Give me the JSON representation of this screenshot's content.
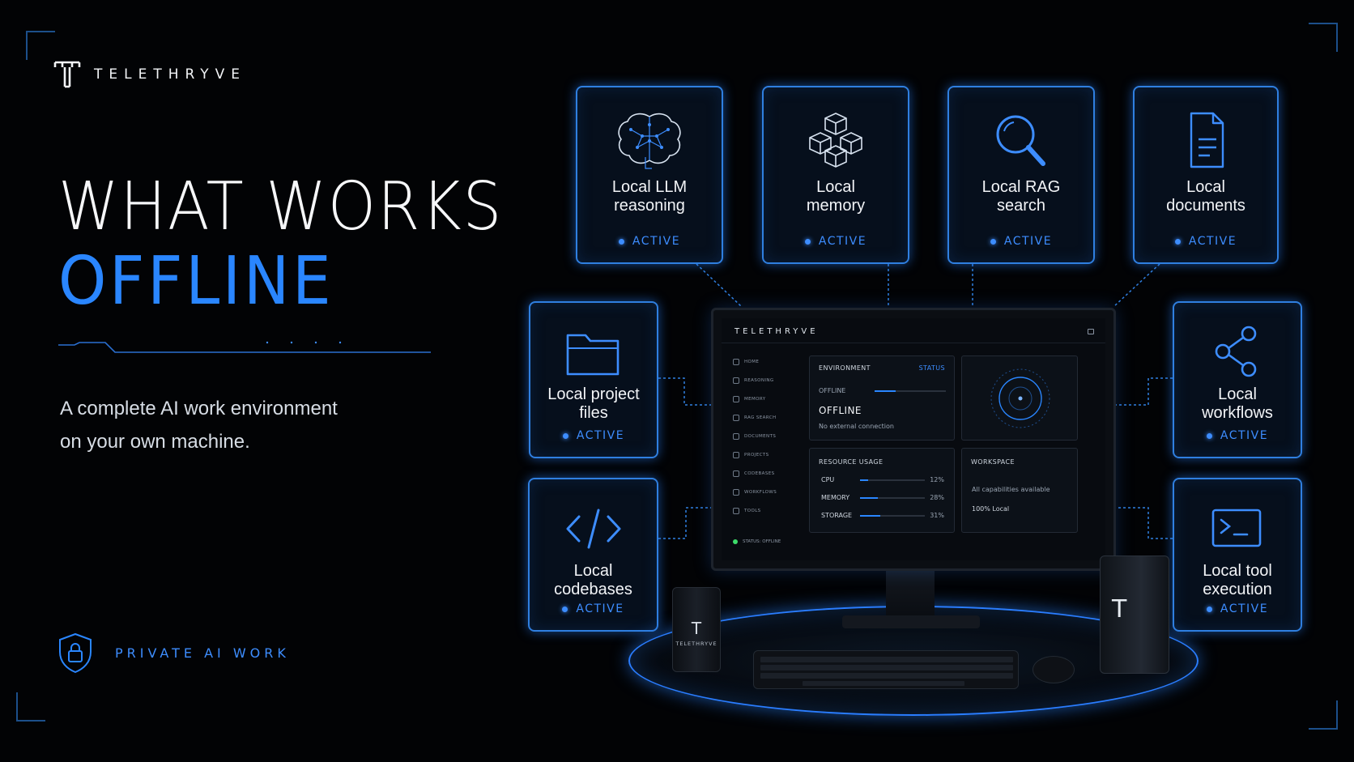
{
  "brand": {
    "name": "TELETHRYVE"
  },
  "headline": {
    "line1": "WHAT WORKS",
    "line2": "OFFLINE"
  },
  "subtitle": {
    "line1": "A complete AI work environment",
    "line2": "on your own machine."
  },
  "footer": {
    "label": "PRIVATE AI WORK",
    "icon": "shield-lock-icon"
  },
  "colors": {
    "accent": "#2a86ff",
    "background": "#020305",
    "status_green": "#3ddc6a"
  },
  "capabilities": [
    {
      "title": "Local LLM\nreasoning",
      "status": "ACTIVE",
      "icon": "brain-icon"
    },
    {
      "title": "Local\nmemory",
      "status": "ACTIVE",
      "icon": "cubes-icon"
    },
    {
      "title": "Local RAG\nsearch",
      "status": "ACTIVE",
      "icon": "magnifier-icon"
    },
    {
      "title": "Local\ndocuments",
      "status": "ACTIVE",
      "icon": "document-icon"
    },
    {
      "title": "Local project\nfiles",
      "status": "ACTIVE",
      "icon": "folder-icon"
    },
    {
      "title": "Local\ncodebases",
      "status": "ACTIVE",
      "icon": "code-icon"
    },
    {
      "title": "Local\nworkflows",
      "status": "ACTIVE",
      "icon": "share-nodes-icon"
    },
    {
      "title": "Local tool\nexecution",
      "status": "ACTIVE",
      "icon": "terminal-icon"
    }
  ],
  "screen": {
    "brand": "TELETHRYVE",
    "nav": [
      "HOME",
      "REASONING",
      "MEMORY",
      "RAG SEARCH",
      "DOCUMENTS",
      "PROJECTS",
      "CODEBASES",
      "WORKFLOWS",
      "TOOLS"
    ],
    "nav_status": "STATUS: OFFLINE",
    "environment": {
      "title": "ENVIRONMENT",
      "status_label": "STATUS",
      "mode_label": "OFFLINE",
      "mode_value": "OFFLINE",
      "note": "No external connection"
    },
    "resources": {
      "title": "RESOURCE USAGE",
      "rows": [
        {
          "label": "CPU",
          "value": "12%",
          "fraction": 0.12
        },
        {
          "label": "MEMORY",
          "value": "28%",
          "fraction": 0.28
        },
        {
          "label": "STORAGE",
          "value": "31%",
          "fraction": 0.31
        }
      ]
    },
    "workspace": {
      "title": "WORKSPACE",
      "line1": "All capabilities available",
      "line2": "100% Local"
    }
  },
  "desk": {
    "cup_text": "TELETHRYVE"
  }
}
